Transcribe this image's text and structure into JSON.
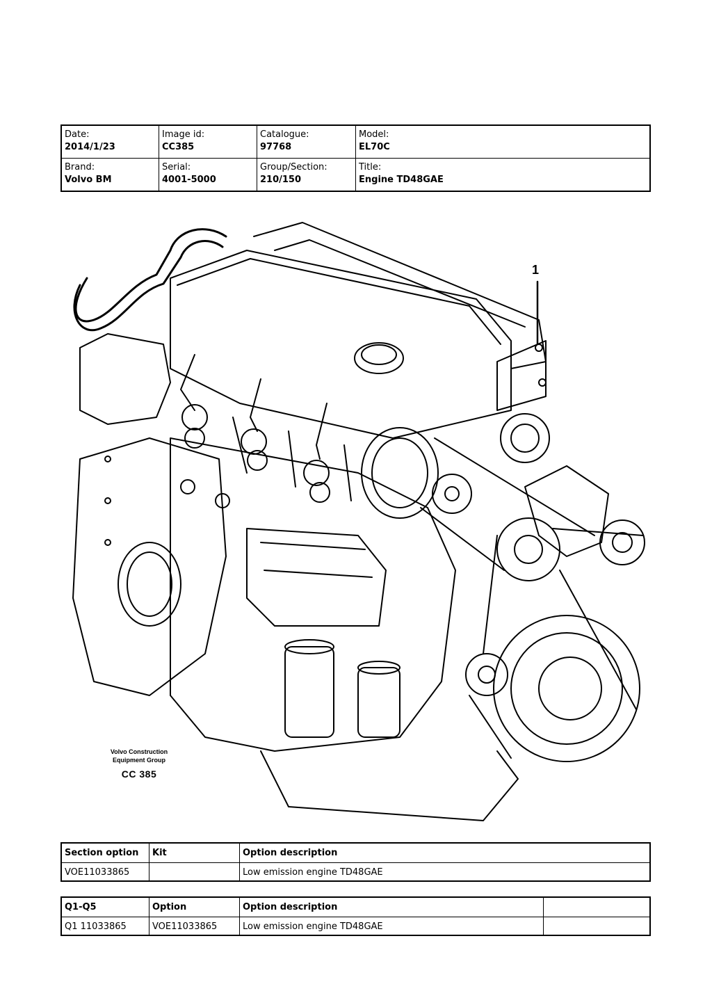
{
  "header": {
    "date_label": "Date:",
    "date": "2014/1/23",
    "image_id_label": "Image id:",
    "image_id": "CC385",
    "catalogue_label": "Catalogue:",
    "catalogue": "97768",
    "model_label": "Model:",
    "model": "EL70C",
    "brand_label": "Brand:",
    "brand": "Volvo BM",
    "serial_label": "Serial:",
    "serial": "4001-5000",
    "group_label": "Group/Section:",
    "group": "210/150",
    "title_label": "Title:",
    "title": "Engine TD48GAE"
  },
  "drawing": {
    "callout": "1",
    "caption_line1": "Volvo Construction",
    "caption_line2": "Equipment Group",
    "caption_code": "CC 385"
  },
  "section_table": {
    "headers": [
      "Section option",
      "Kit",
      "Option description"
    ],
    "rows": [
      [
        "VOE11033865",
        "",
        "Low emission engine TD48GAE"
      ]
    ]
  },
  "option_table": {
    "headers": [
      "Q1-Q5",
      "Option",
      "Option description",
      ""
    ],
    "rows": [
      [
        "Q1 11033865",
        "VOE11033865",
        "Low emission engine TD48GAE",
        ""
      ]
    ]
  }
}
